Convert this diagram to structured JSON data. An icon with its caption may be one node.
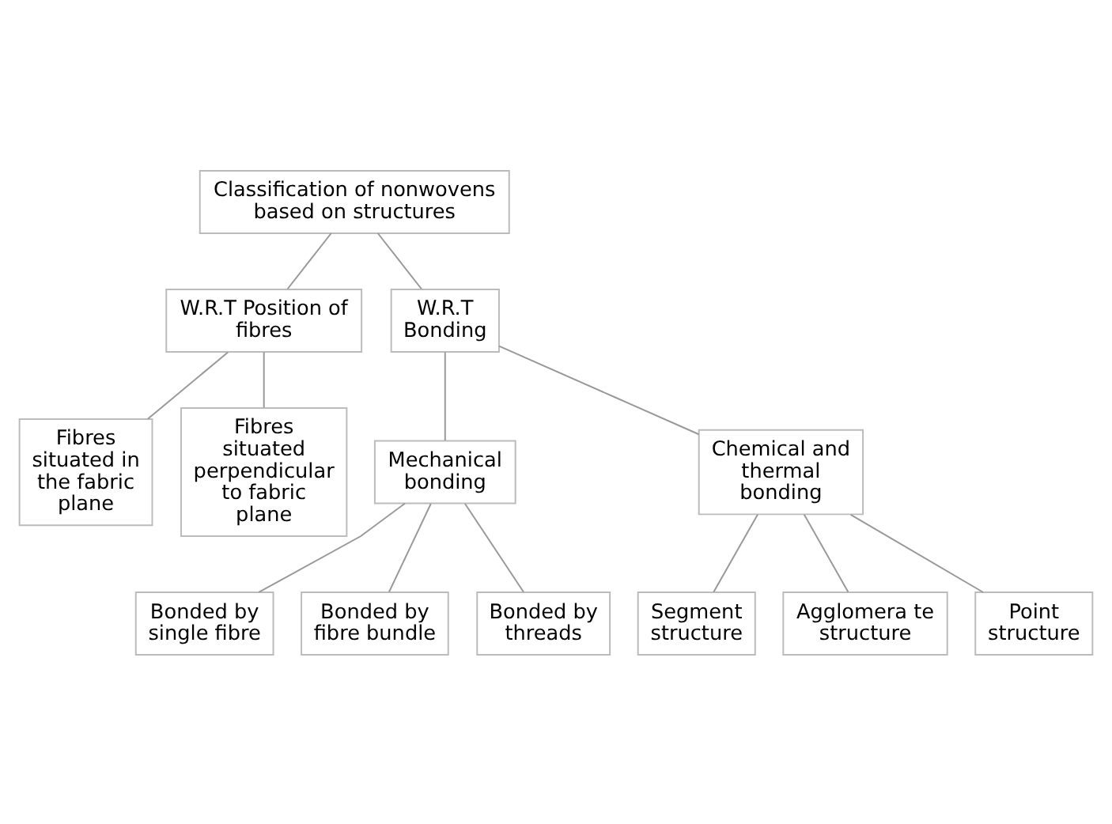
{
  "diagram": {
    "nodes": [
      {
        "text": [
          "Classification of nonwovens based on structures"
        ]
      },
      {
        "text": [
          "W.R.T Position of fibres"
        ]
      },
      {
        "text": [
          "W.R.T Bonding"
        ]
      },
      {
        "text": [
          "Fibres situated in the fabric plane"
        ]
      },
      {
        "text": [
          "Fibres situated perpendicular to fabric plane"
        ]
      },
      {
        "text": [
          "Mechanical bonding"
        ]
      },
      {
        "text": [
          "Chemical and thermal bonding"
        ]
      },
      {
        "text": [
          "Bonded by single fibre"
        ]
      },
      {
        "text": [
          "Bonded by fibre bundle"
        ]
      },
      {
        "text": [
          "Bonded by threads"
        ]
      },
      {
        "text": [
          "Segment structure"
        ]
      },
      {
        "text": [
          "Agglomera te structure"
        ]
      },
      {
        "text": [
          "Point structure"
        ]
      }
    ],
    "edges": [
      {
        "from": 0,
        "to": 1,
        "arrow": "none"
      },
      {
        "from": 0,
        "to": 2,
        "arrow": "none"
      },
      {
        "from": 1,
        "to": 3,
        "arrow": "none"
      },
      {
        "from": 1,
        "to": 4,
        "arrow": "none"
      },
      {
        "from": 2,
        "to": 5,
        "arrow": "none"
      },
      {
        "from": 2,
        "to": 6,
        "arrow": "none"
      },
      {
        "from": 5,
        "to": 7,
        "arrow": "none"
      },
      {
        "from": 5,
        "to": 8,
        "arrow": "none"
      },
      {
        "from": 5,
        "to": 9,
        "arrow": "none"
      },
      {
        "from": 6,
        "to": 10,
        "arrow": "none"
      },
      {
        "from": 6,
        "to": 11,
        "arrow": "none"
      },
      {
        "from": 6,
        "to": 12,
        "arrow": "none"
      }
    ]
  }
}
